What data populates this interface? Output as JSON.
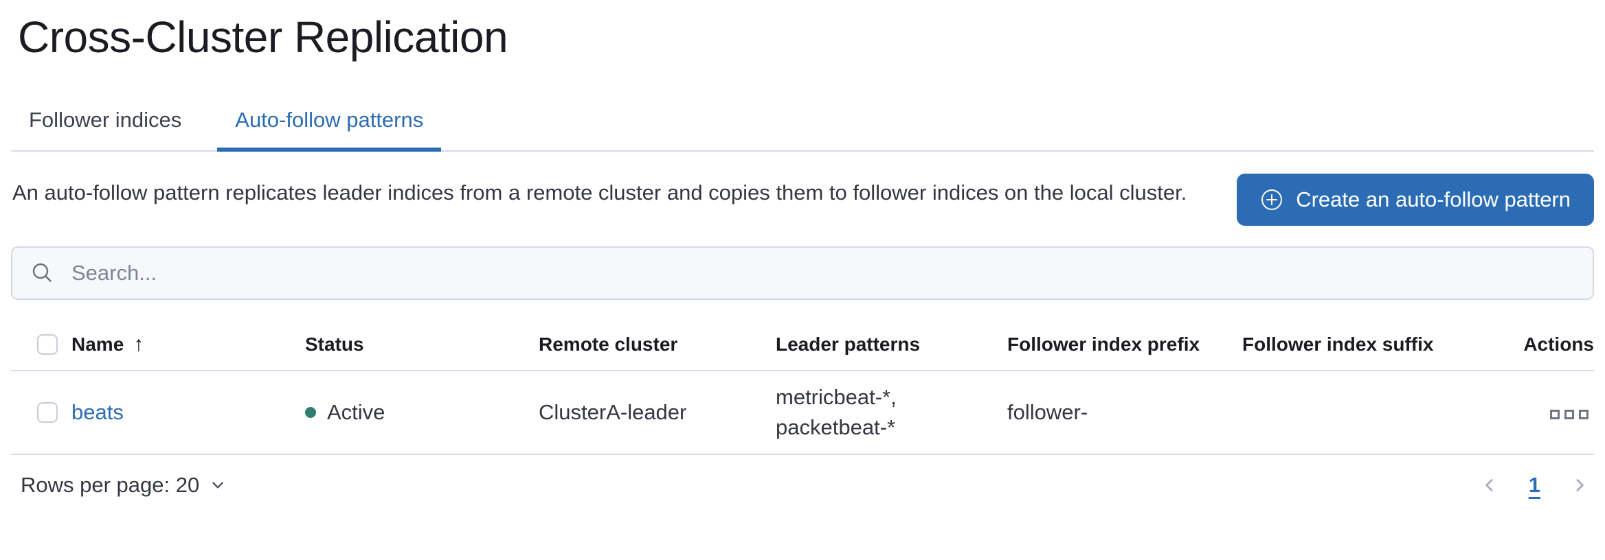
{
  "colors": {
    "accent": "#2c6cb4",
    "status_active": "#2e7d6f",
    "title_text": "#1a1c21",
    "body_text": "#343741",
    "border": "#d6dce8",
    "search_bg": "#f6f8fb",
    "muted": "#7d8598",
    "disabled": "#a4adbe"
  },
  "page": {
    "title": "Cross-Cluster Replication"
  },
  "tabs": [
    {
      "label": "Follower indices",
      "active": false
    },
    {
      "label": "Auto-follow patterns",
      "active": true
    }
  ],
  "intro": {
    "description": "An auto-follow pattern replicates leader indices from a remote cluster and copies them to follower indices on the local cluster.",
    "create_button_label": "Create an auto-follow pattern"
  },
  "search": {
    "placeholder": "Search...",
    "value": ""
  },
  "table": {
    "columns": {
      "name": "Name",
      "status": "Status",
      "remote_cluster": "Remote cluster",
      "leader_patterns": "Leader patterns",
      "follower_index_prefix": "Follower index prefix",
      "follower_index_suffix": "Follower index suffix",
      "actions": "Actions"
    },
    "sort": {
      "column": "Name",
      "direction": "ascending",
      "arrow": "↑"
    },
    "rows": [
      {
        "name": "beats",
        "status": "Active",
        "remote_cluster": "ClusterA-leader",
        "leader_patterns": "metricbeat-*, packetbeat-*",
        "follower_index_prefix": "follower-",
        "follower_index_suffix": ""
      }
    ]
  },
  "footer": {
    "rows_per_page": "Rows per page: 20",
    "current_page": "1"
  }
}
